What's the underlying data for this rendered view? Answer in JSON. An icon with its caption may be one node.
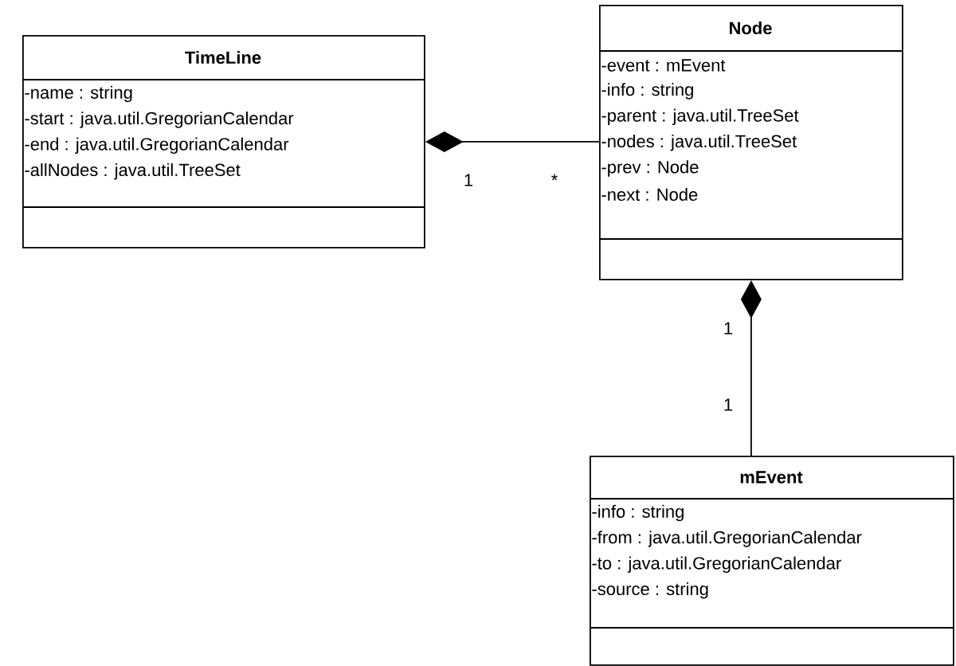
{
  "diagram": {
    "nodes": [
      {
        "text": [
          "TimeLine",
          "-name : string",
          "-start : java.util.GregorianCalendar",
          "-end : java.util.GregorianCalendar",
          "-allNodes : java.util.TreeSet"
        ]
      },
      {
        "text": [
          "Node",
          "-event : mEvent",
          "-info : string",
          "-parent : java.util.TreeSet",
          "-nodes : java.util.TreeSet",
          "-prev : Node",
          "-next : Node"
        ]
      },
      {
        "text": [
          "mEvent",
          "-info : string",
          "-from : java.util.GregorianCalendar",
          "-to : java.util.GregorianCalendar",
          "-source : string"
        ]
      }
    ],
    "edges": [
      {
        "from": 0,
        "to": 1,
        "arrow": "other"
      },
      {
        "from": 1,
        "to": 2,
        "arrow": "other"
      }
    ],
    "labels": [
      "1",
      "*",
      "1",
      "1"
    ]
  }
}
